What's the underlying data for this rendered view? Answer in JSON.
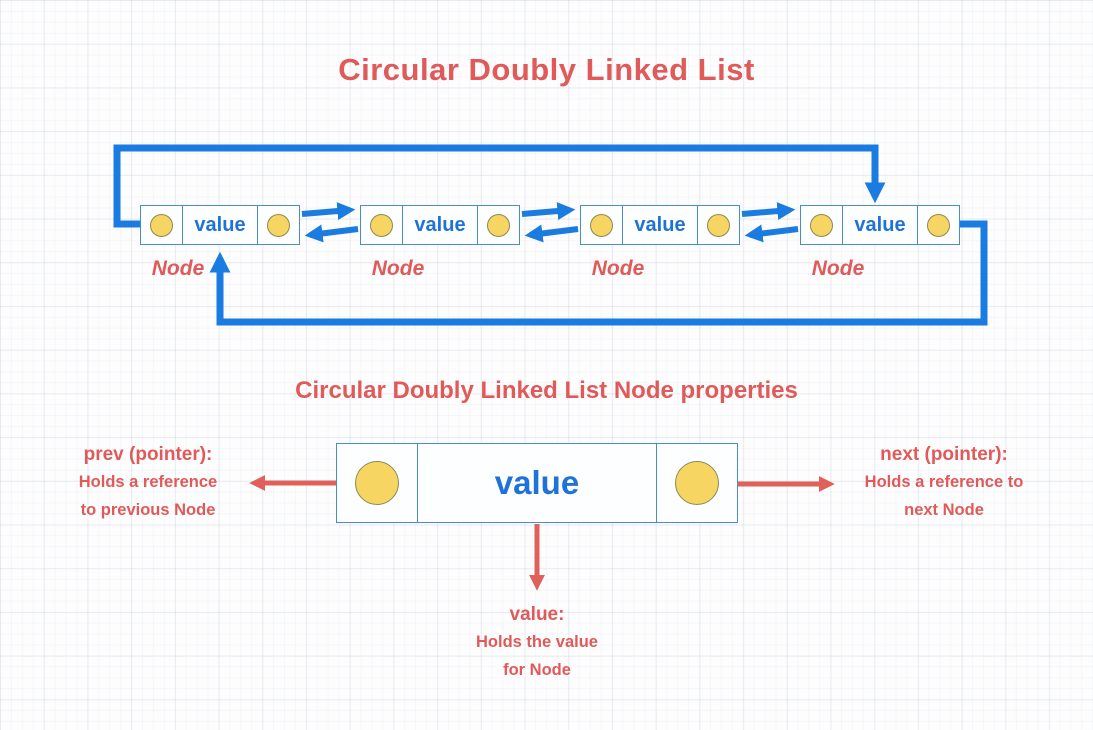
{
  "title": "Circular Doubly Linked List",
  "subtitle": "Circular Doubly Linked List Node properties",
  "colors": {
    "accent_red": "#e05a5a",
    "arrow_blue": "#1a7ce0",
    "arrow_red": "#e0605a",
    "node_border_blue": "#4b8ccb",
    "value_text_blue": "#1e73d8",
    "circle_fill_yellow": "#f6d563",
    "circle_border_olive": "#8a8a55"
  },
  "linked_list": {
    "nodes": [
      {
        "label": "Node",
        "value": "value"
      },
      {
        "label": "Node",
        "value": "value"
      },
      {
        "label": "Node",
        "value": "value"
      },
      {
        "label": "Node",
        "value": "value"
      }
    ]
  },
  "node_properties": {
    "node_value": "value",
    "prev_annotation": {
      "heading": "prev (pointer):",
      "lines": [
        "Holds a reference",
        "to previous Node"
      ]
    },
    "next_annotation": {
      "heading": "next (pointer):",
      "lines": [
        "Holds a reference to",
        "next Node"
      ]
    },
    "value_annotation": {
      "heading": "value:",
      "lines": [
        "Holds the value",
        "for Node"
      ]
    }
  }
}
